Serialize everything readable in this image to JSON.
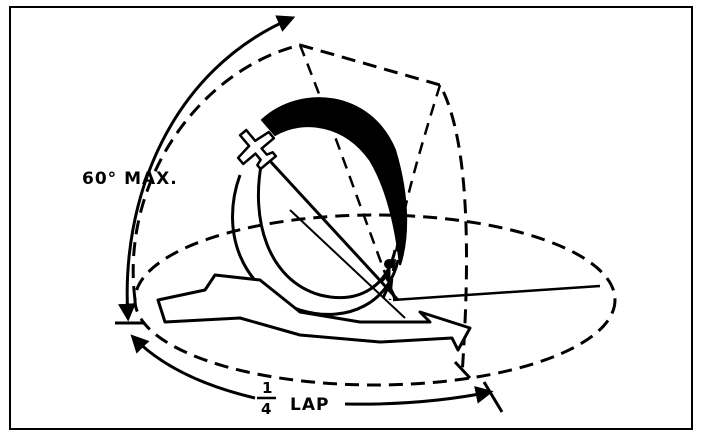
{
  "labels": {
    "max_angle": "60° MAX.",
    "fraction_numerator": "1",
    "fraction_denominator": "4",
    "lap": "LAP"
  },
  "colors": {
    "ink": "#000000",
    "paper": "#ffffff"
  }
}
